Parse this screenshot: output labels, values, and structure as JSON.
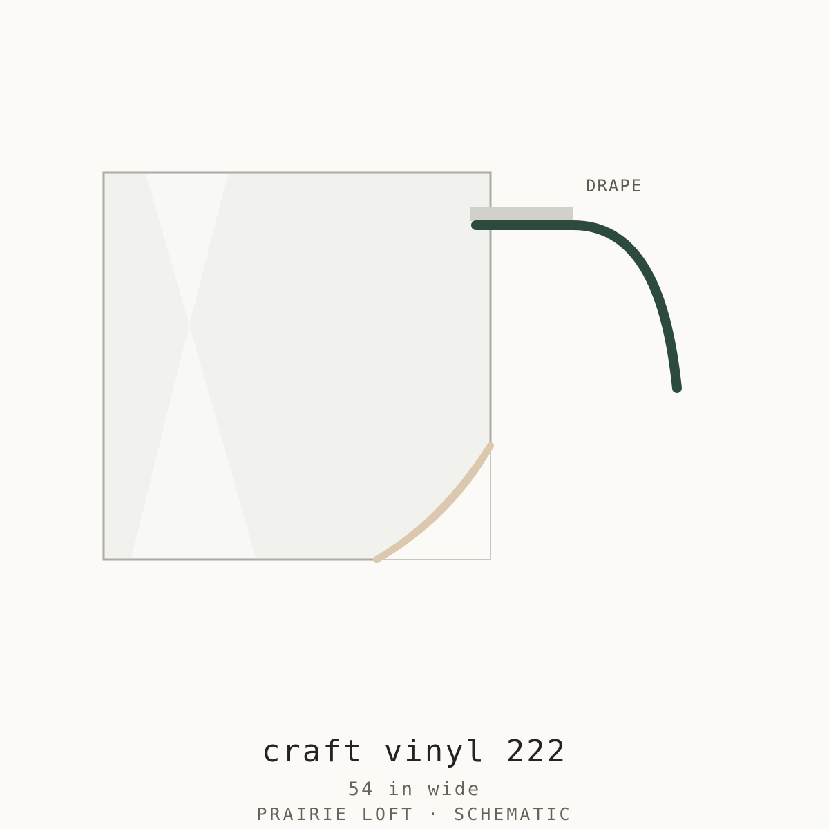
{
  "drape": {
    "label": "DRAPE"
  },
  "product": {
    "name": "craft vinyl 222",
    "width": "54 in wide",
    "footer": "PRAIRIE LOFT · SCHEMATIC"
  },
  "colors": {
    "background": "#fbfaf7",
    "swatch_fill": "#f1f1ee",
    "swatch_border": "#aeaba5",
    "highlight": "#f8f8f7",
    "peel_backing": "#dcc8ae",
    "drape_line": "#2d4a3e",
    "rod_bar": "#d2d0cb"
  }
}
